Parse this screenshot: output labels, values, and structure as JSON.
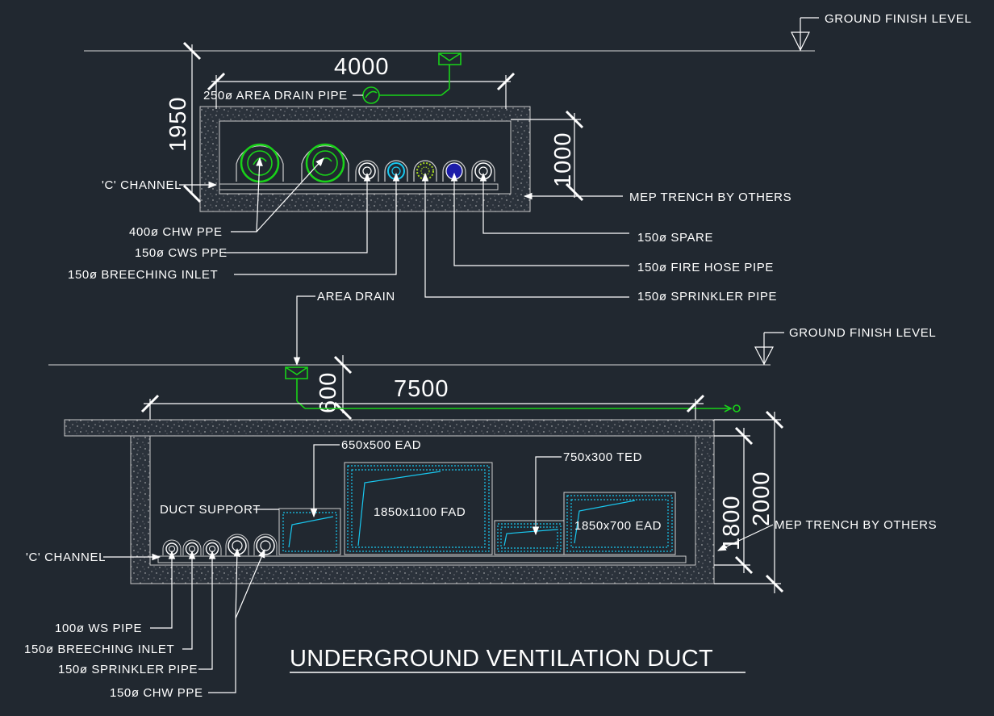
{
  "title": "UNDERGROUND VENTILATION DUCT",
  "colors": {
    "background": "#212830",
    "line": "#ffffff",
    "drain": "#19d219",
    "duct": "#19c8f0",
    "fire_hose": "#1c1ca8",
    "sprinkler": "#a8d820"
  },
  "upper_section": {
    "ground_level_label": "GROUND FINISH LEVEL",
    "width_dim": "4000",
    "depth_dim": "1950",
    "trench_dim": "1000",
    "drain_label": "250ø AREA DRAIN PIPE",
    "channel_label": "'C' CHANNEL",
    "trench_label": "MEP TRENCH BY OTHERS",
    "left_callouts": [
      "400ø CHW PPE",
      "150ø CWS PPE",
      "150ø BREECHING INLET"
    ],
    "right_callouts": [
      "150ø SPARE",
      "150ø FIRE HOSE PIPE",
      "150ø SPRINKLER PIPE"
    ]
  },
  "lower_section": {
    "area_drain_label": "AREA DRAIN",
    "ground_level_label": "GROUND FINISH LEVEL",
    "width_dim": "7500",
    "cover_dim": "600",
    "inner_dim": "1800",
    "outer_dim": "2000",
    "duct_support_label": "DUCT SUPPORT",
    "channel_label": "'C' CHANNEL",
    "trench_label": "MEP TRENCH BY OTHERS",
    "ducts": {
      "ead_small": "650x500 EAD",
      "fad": "1850x1100 FAD",
      "ted": "750x300 TED",
      "ead_large": "1850x700 EAD"
    },
    "left_callouts": [
      "100ø WS PIPE",
      "150ø BREECHING INLET",
      "150ø SPRINKLER PIPE",
      "150ø CHW PPE"
    ]
  }
}
